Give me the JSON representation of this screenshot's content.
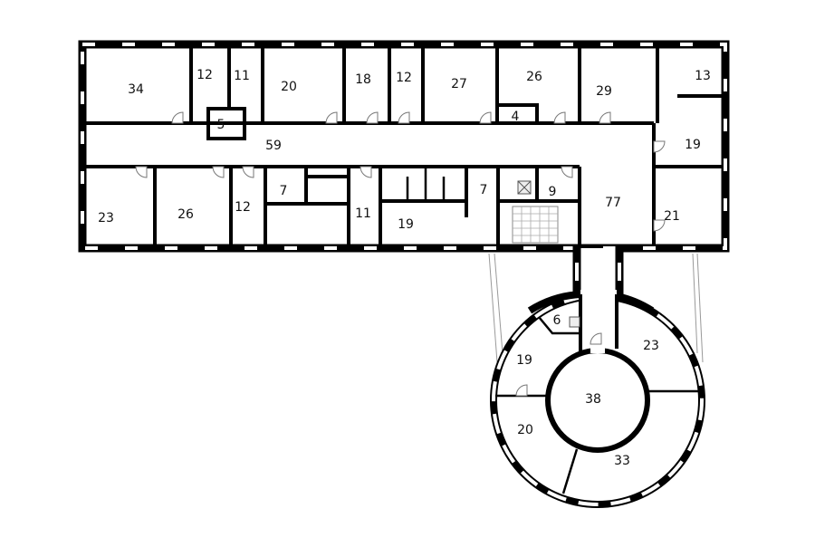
{
  "plan": {
    "rooms": [
      {
        "id": "r34",
        "label": "34"
      },
      {
        "id": "r12a",
        "label": "12"
      },
      {
        "id": "r11a",
        "label": "11"
      },
      {
        "id": "r20a",
        "label": "20"
      },
      {
        "id": "r18",
        "label": "18"
      },
      {
        "id": "r12b",
        "label": "12"
      },
      {
        "id": "r27",
        "label": "27"
      },
      {
        "id": "r26a",
        "label": "26"
      },
      {
        "id": "r29",
        "label": "29"
      },
      {
        "id": "r13",
        "label": "13"
      },
      {
        "id": "r5",
        "label": "5"
      },
      {
        "id": "r4",
        "label": "4"
      },
      {
        "id": "r59",
        "label": "59"
      },
      {
        "id": "r19a",
        "label": "19"
      },
      {
        "id": "r23a",
        "label": "23"
      },
      {
        "id": "r26b",
        "label": "26"
      },
      {
        "id": "r12c",
        "label": "12"
      },
      {
        "id": "r7a",
        "label": "7"
      },
      {
        "id": "r11b",
        "label": "11"
      },
      {
        "id": "r19b",
        "label": "19"
      },
      {
        "id": "r7b",
        "label": "7"
      },
      {
        "id": "r9",
        "label": "9"
      },
      {
        "id": "r77",
        "label": "77"
      },
      {
        "id": "r21",
        "label": "21"
      },
      {
        "id": "r6",
        "label": "6"
      },
      {
        "id": "r23b",
        "label": "23"
      },
      {
        "id": "r19c",
        "label": "19"
      },
      {
        "id": "r38",
        "label": "38"
      },
      {
        "id": "r20b",
        "label": "20"
      },
      {
        "id": "r33",
        "label": "33"
      }
    ]
  }
}
